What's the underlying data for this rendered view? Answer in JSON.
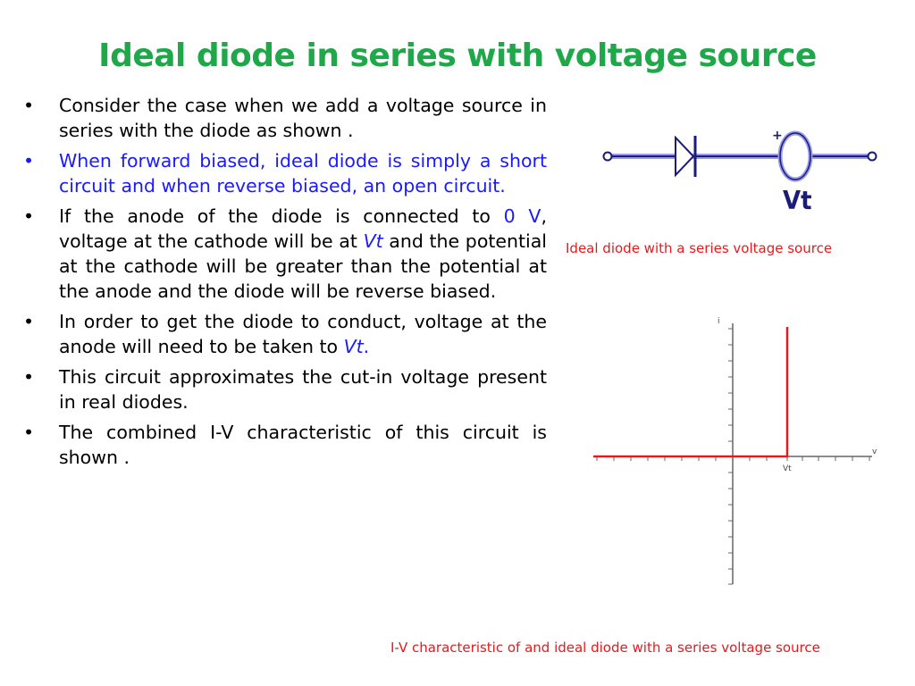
{
  "slide": {
    "title": "Ideal diode in series with voltage source"
  },
  "bullets": [
    {
      "text": "Consider the case when we add a voltage source in series with the diode as shown ."
    },
    {
      "text": "When forward biased, ideal diode is simply a short circuit and when reverse biased, an open circuit."
    },
    {
      "part1": "If the anode of the diode is connected to ",
      "highlight": "0 V",
      "part2": ", voltage at the cathode will be at ",
      "var": "Vt",
      "part3": " and the potential at the cathode will be greater than the potential at the anode and the diode will be reverse biased."
    },
    {
      "part1": "In order to get the diode to conduct, voltage at the anode will need to be taken to ",
      "var": "Vt",
      "part2": "."
    },
    {
      "text": "This circuit approximates the cut-in voltage present in real diodes."
    },
    {
      "text": "The combined I-V characteristic of this circuit is shown ."
    }
  ],
  "bullet_symbol": "•",
  "circuit": {
    "source_label": "Vt",
    "plus_sign": "+",
    "caption": "Ideal diode with a series voltage source"
  },
  "iv_plot": {
    "y_axis_label": "i",
    "x_axis_label": "v",
    "vt_tick_label": "Vt",
    "caption": "I-V characteristic of and ideal diode with a series voltage source"
  },
  "colors": {
    "title": "#1fa84a",
    "highlight_text": "#1a1aff",
    "caption": "#e8191d",
    "curve": "#e8191d",
    "wire": "#8080e0"
  }
}
